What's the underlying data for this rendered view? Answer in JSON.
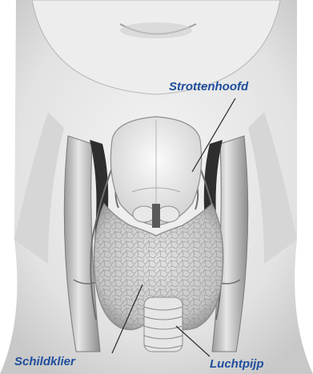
{
  "labels": {
    "larynx": "Strottenhoofd",
    "thyroid": "Schildklier",
    "trachea": "Luchtpijp"
  },
  "colors": {
    "label_text": "#1f4e9c",
    "leader_line": "#2a2a2a",
    "skin": "#e9e9e9",
    "gland": "#cfcfcf"
  }
}
